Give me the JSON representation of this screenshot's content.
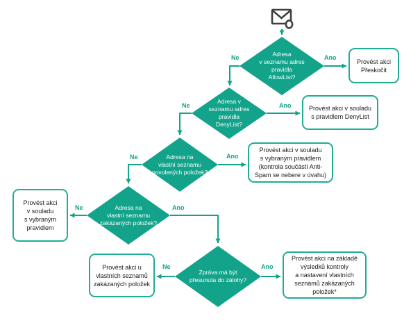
{
  "colors": {
    "accent": "#12a38a",
    "box_border": "#1fad94",
    "icon": "#3f3f3f",
    "box_text": "#1a1a1a"
  },
  "icons": {
    "top": "email-message-icon"
  },
  "edge_labels": {
    "yes": "Ano",
    "no": "Ne"
  },
  "diamonds": [
    {
      "id": "allowlist-check",
      "text": "Adresa\nv seznamu adres\npravidla\nAllowList?"
    },
    {
      "id": "denylist-check",
      "text": "Adresa v\nseznamu adres\npravidla\nDenyList?"
    },
    {
      "id": "personal-allow-check",
      "text": "Adresa na\nvlastní seznamu\npovolených položek?"
    },
    {
      "id": "personal-deny-check",
      "text": "Adresa na\nvlastní seznamu\nzakázaných položek?"
    },
    {
      "id": "backup-move-check",
      "text": "Zpráva má být\npřesunuta do zálohy?"
    }
  ],
  "boxes": [
    {
      "id": "action-skip",
      "text": "Provést akci\nPřeskočit"
    },
    {
      "id": "action-denylist-rule",
      "text": "Provést akci v souladu\ns pravidlem DenyList"
    },
    {
      "id": "action-selected-rule-antispam",
      "text": "Provést akci v souladu\ns vybraným pravidlem\n(kontrola součástí Anti-\nSpam se nebere v úvahu)"
    },
    {
      "id": "action-selected-rule",
      "text": "Provést akci\nv souladu\ns vybraným\npravidlem"
    },
    {
      "id": "action-personal-deny-lists",
      "text": "Provést akci u\nvlastních seznamů\nzakázaných položek"
    },
    {
      "id": "action-backup-check-result",
      "text": "Provést akci na základě\nvýsledků kontroly\na nastavení vlastních\nseznamů zakázaných\npoložek*"
    }
  ]
}
